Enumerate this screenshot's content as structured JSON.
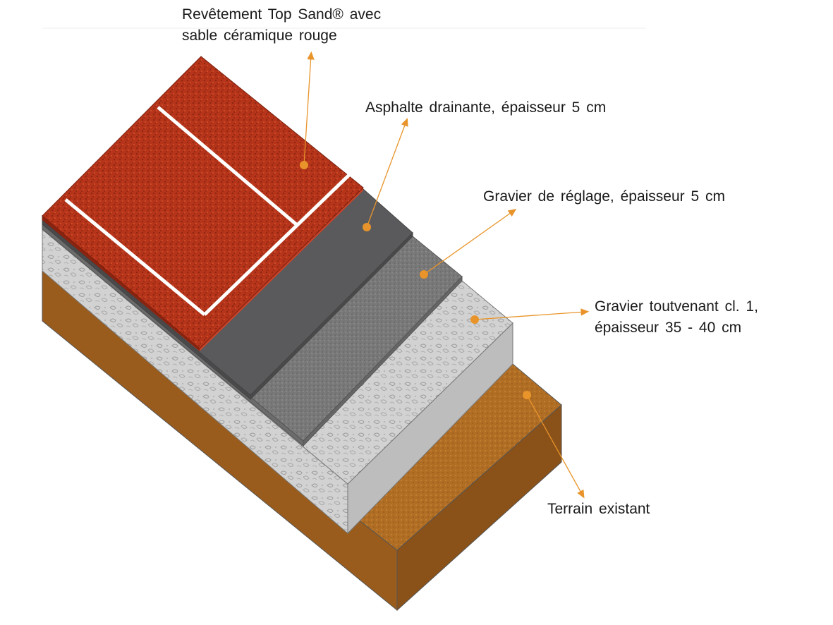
{
  "diagram": {
    "layers": [
      {
        "id": "top_sand",
        "lines": [
          "Revêtement Top Sand® avec",
          "sable céramique rouge"
        ],
        "color": "#b5341a"
      },
      {
        "id": "asphalt",
        "lines": [
          "Asphalte drainante, épaisseur 5 cm"
        ],
        "color": "#5a5a5c"
      },
      {
        "id": "gravier_reglage",
        "lines": [
          "Gravier de réglage, épaisseur 5 cm"
        ],
        "color": "#7c7b7b"
      },
      {
        "id": "gravier_toutvenant",
        "lines": [
          "Gravier toutvenant cl. 1,",
          "épaisseur 35 - 40 cm"
        ],
        "color": "#c9c9c9"
      },
      {
        "id": "terrain",
        "lines": [
          "Terrain existant"
        ],
        "color": "#b06d24"
      }
    ],
    "callout_color": "#e8942a"
  }
}
